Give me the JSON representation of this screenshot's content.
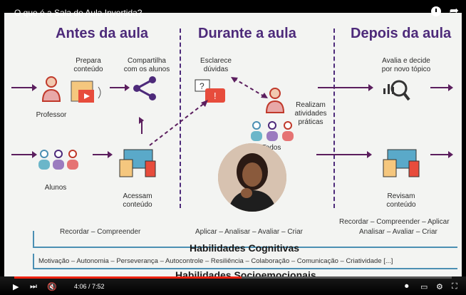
{
  "video": {
    "title": "O que é a Sala de Aula Invertida?",
    "time": "4:06 / 7:52",
    "progress_fraction": 0.52
  },
  "slide": {
    "headers": [
      "Antes da aula",
      "Durante a aula",
      "Depois da aula"
    ],
    "labels": {
      "prepara": "Prepara\nconteúdo",
      "compartilha": "Compartilha\ncom os alunos",
      "professor": "Professor",
      "alunos": "Alunos",
      "acessam": "Acessam\nconteúdo",
      "esclarece": "Esclarece\ndúvidas",
      "realizam": "Realizam\natividades\npráticas",
      "todos": "Todos",
      "avalia": "Avalia e decide\npor novo tópico",
      "revisam": "Revisam\nconteúdo"
    },
    "bottom": {
      "antes": "Recordar – Compreender",
      "durante": "Aplicar – Analisar – Avaliar – Criar",
      "depois1": "Recordar – Compreender – Aplicar",
      "depois2": "Analisar – Avaliar – Criar",
      "cognitivas": "Habilidades  Cognitivas",
      "socio_list": "Motivação – Autonomia – Perseverança – Autocontrole – Resiliência – Colaboração – Comunicação – Criatividade [...]",
      "socio": "Habilidades  Socioemocionais"
    }
  },
  "colors": {
    "accent": "#4d2a7a",
    "arrow": "#5b1e5e",
    "progress": "#e21"
  }
}
